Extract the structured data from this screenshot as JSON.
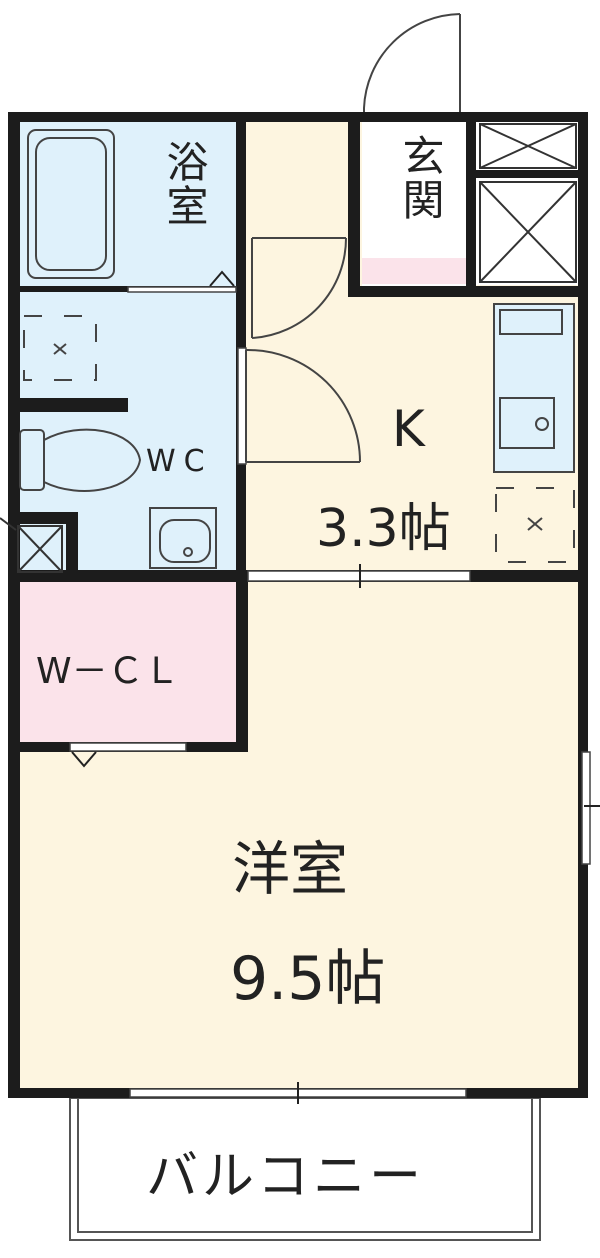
{
  "colors": {
    "wall": "#1c1c1c",
    "bath": "#dff1fb",
    "kitchen": "#fdf5e0",
    "closet": "#fbe3ea",
    "genkan_mat": "#fbe3ea",
    "fixture_line": "#444444"
  },
  "rooms": {
    "bath": "浴室",
    "entrance": "玄関",
    "toilet": "WC",
    "kitchen_name": "K",
    "kitchen_size": "3.3帖",
    "closet": "W－ＣＬ",
    "western_name": "洋室",
    "western_size": "9.5帖",
    "balcony": "バルコニー"
  }
}
